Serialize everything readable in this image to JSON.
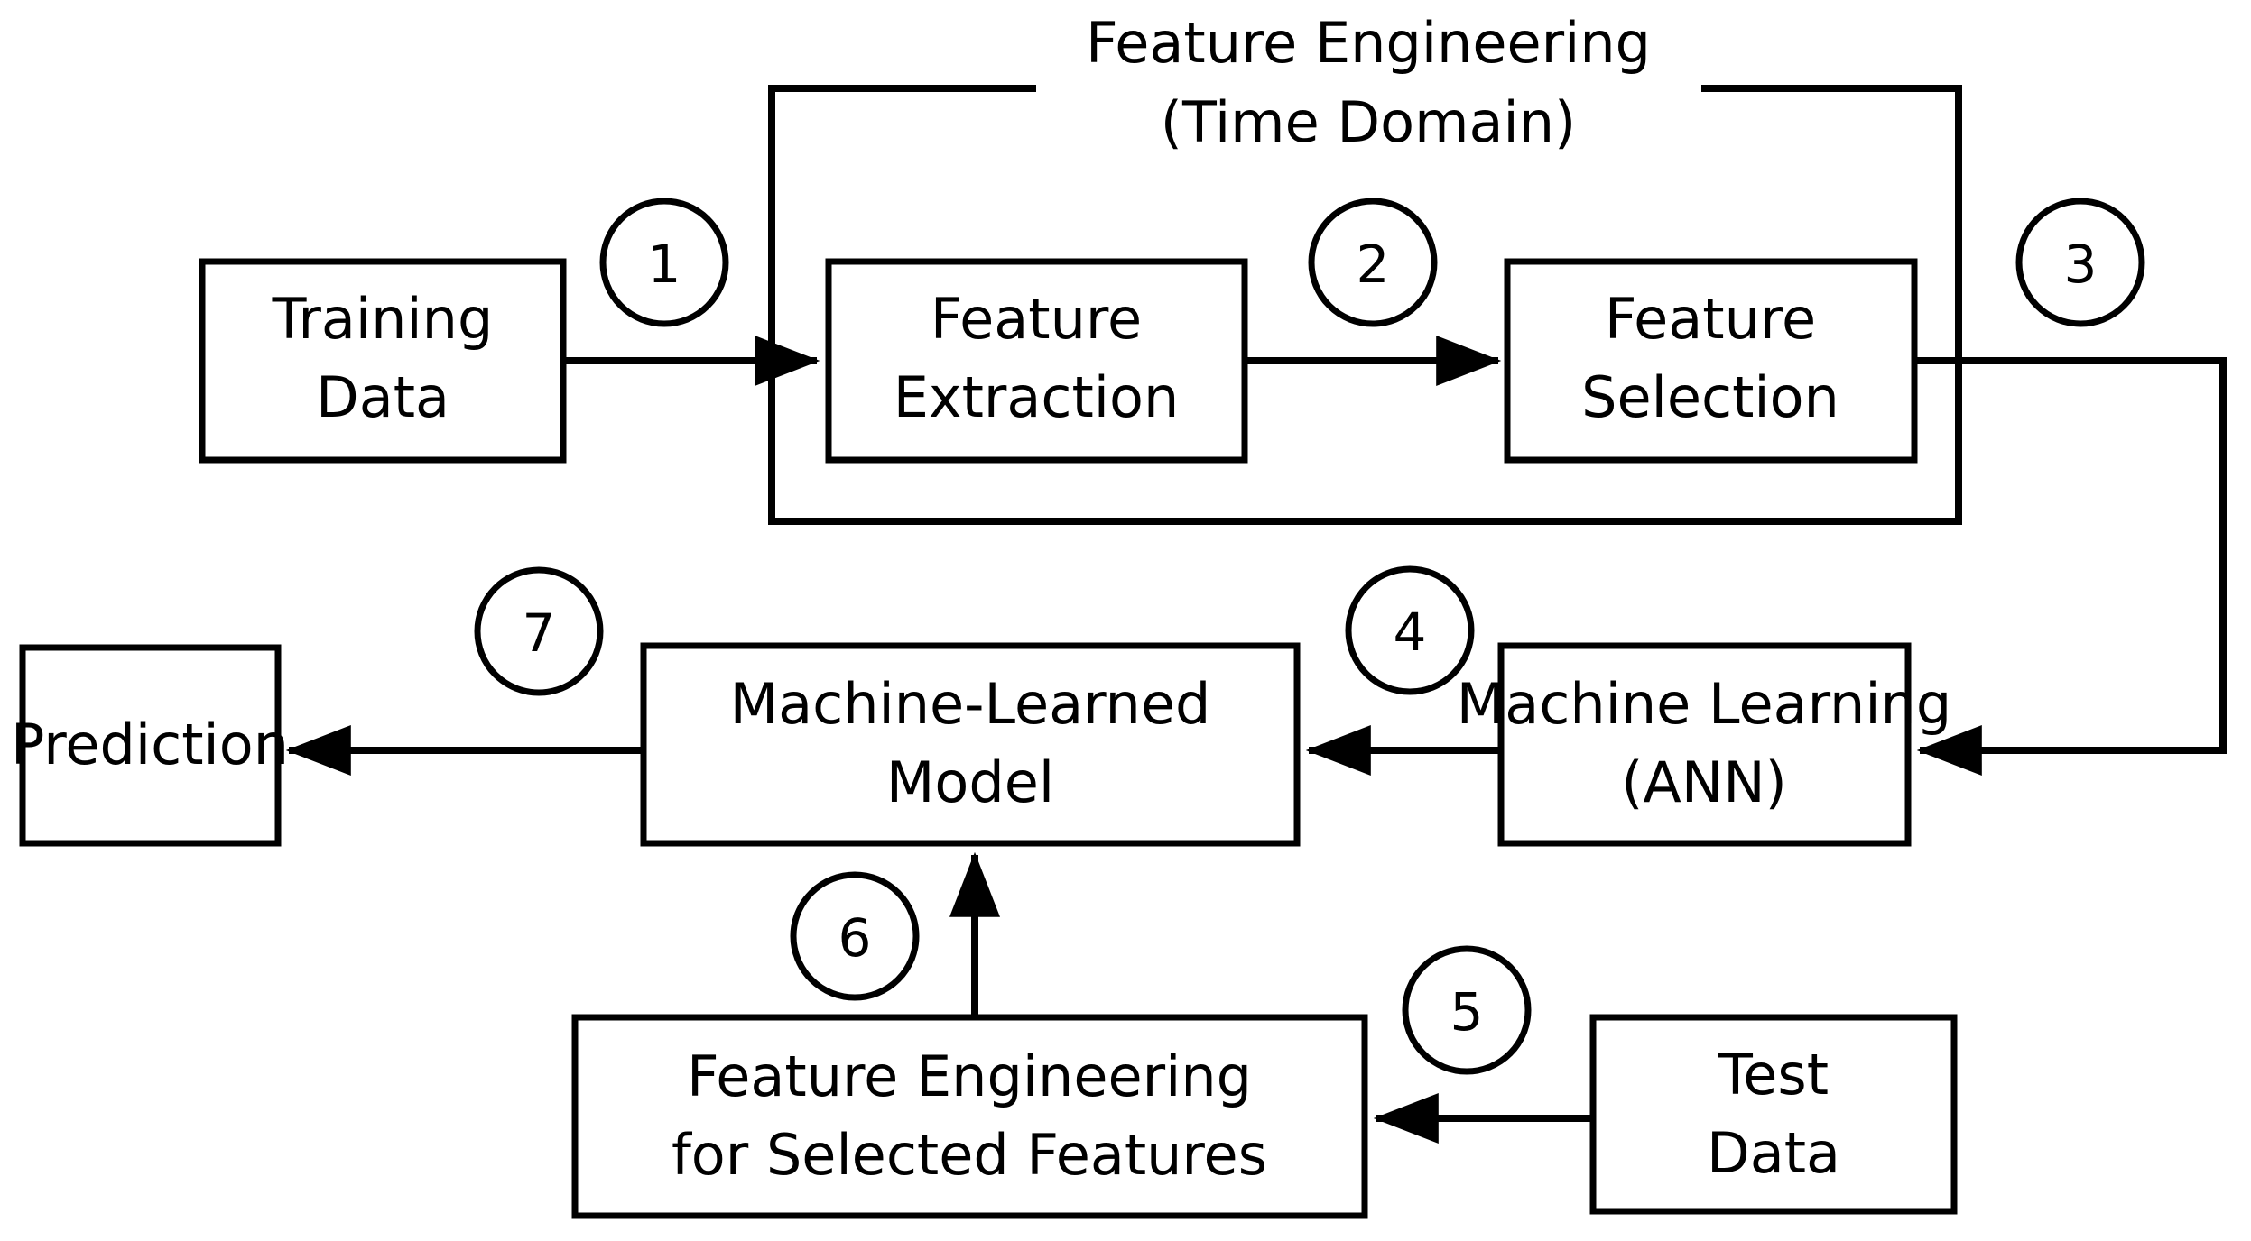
{
  "diagram": {
    "title": "Feature Engineering (Time Domain) machine learning workflow",
    "stroke_color": "#000000",
    "background_color": "#ffffff",
    "group": {
      "title_line1": "Feature Engineering",
      "title_line2": "(Time Domain)"
    },
    "nodes": [
      {
        "id": "training-data",
        "line1": "Training",
        "line2": "Data"
      },
      {
        "id": "feature-extraction",
        "line1": "Feature",
        "line2": "Extraction"
      },
      {
        "id": "feature-selection",
        "line1": "Feature",
        "line2": "Selection"
      },
      {
        "id": "machine-learning",
        "line1": "Machine Learning",
        "line2": "(ANN)"
      },
      {
        "id": "machine-learned-model",
        "line1": "Machine-Learned",
        "line2": "Model"
      },
      {
        "id": "prediction",
        "line1": "Prediction",
        "line2": ""
      },
      {
        "id": "feature-engineering-selected",
        "line1": "Feature Engineering",
        "line2": "for Selected Features"
      },
      {
        "id": "test-data",
        "line1": "Test",
        "line2": "Data"
      }
    ],
    "steps": [
      {
        "id": "step-1",
        "label": "1",
        "from": "training-data",
        "to": "feature-extraction"
      },
      {
        "id": "step-2",
        "label": "2",
        "from": "feature-extraction",
        "to": "feature-selection"
      },
      {
        "id": "step-3",
        "label": "3",
        "from": "feature-selection",
        "to": "machine-learning"
      },
      {
        "id": "step-4",
        "label": "4",
        "from": "machine-learning",
        "to": "machine-learned-model"
      },
      {
        "id": "step-5",
        "label": "5",
        "from": "test-data",
        "to": "feature-engineering-selected"
      },
      {
        "id": "step-6",
        "label": "6",
        "from": "feature-engineering-selected",
        "to": "machine-learned-model"
      },
      {
        "id": "step-7",
        "label": "7",
        "from": "machine-learned-model",
        "to": "prediction"
      }
    ]
  }
}
